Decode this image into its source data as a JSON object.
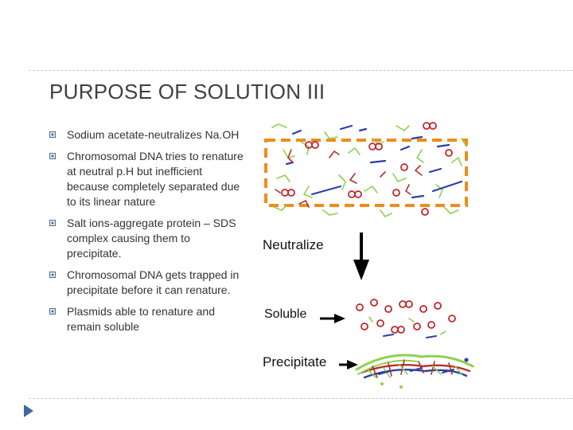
{
  "slide": {
    "title": "PURPOSE OF SOLUTION III",
    "bullets": [
      "Sodium acetate-neutralizes Na.OH",
      "Chromosomal DNA tries to renature at neutral p.H but inefficient because completely separated due to its linear nature",
      "Salt ions-aggregate protein – SDS complex causing them to precipitate.",
      "Chromosomal DNA gets trapped in precipitate before it can renature.",
      "Plasmids able to renature and remain soluble"
    ]
  },
  "figure": {
    "labels": {
      "neutralize": "Neutralize",
      "soluble": "Soluble",
      "precipitate": "Precipitate"
    }
  },
  "colors": {
    "accent_bullet": "#4f6f95",
    "nav_icon": "#3f6aa0",
    "dashed_box": "#f08c1a",
    "plasmid": "#c0282d",
    "strand_green": "#8fd14f",
    "strand_blue": "#2b3fa6",
    "strand_red": "#b5312a"
  },
  "icons": {
    "bullet": "square-bullet-icon",
    "nav": "play-triangle-icon"
  }
}
